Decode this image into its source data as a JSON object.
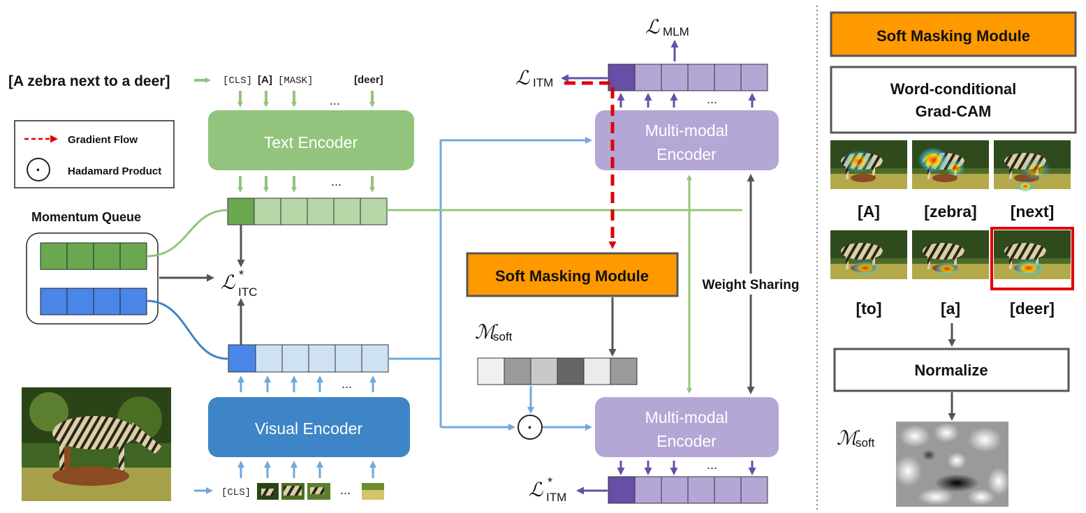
{
  "input_caption": "[A zebra next to a deer]",
  "legend": {
    "gradient_flow": "Gradient Flow",
    "hadamard": "Hadamard Product",
    "hadamard_symbol": "·"
  },
  "momentum_queue": "Momentum Queue",
  "text_tokens": [
    "[CLS]",
    "[A]",
    "[MASK]",
    "...",
    "[deer]"
  ],
  "visual_tokens": {
    "cls": "[CLS]",
    "dots": "..."
  },
  "ellipsis": "...",
  "text_encoder": "Text Encoder",
  "visual_encoder": "Visual Encoder",
  "mm_encoder_top": [
    "Multi-modal",
    "Encoder"
  ],
  "mm_encoder_bottom": [
    "Multi-modal",
    "Encoder"
  ],
  "soft_masking_module": "Soft Masking Module",
  "weight_sharing": "Weight Sharing",
  "losses": {
    "mlm": {
      "main": "ℒ",
      "sub": "MLM"
    },
    "itm": {
      "main": "ℒ",
      "sub": "ITM"
    },
    "itc": {
      "main": "ℒ",
      "sup": "*",
      "sub": "ITC"
    },
    "itm_star": {
      "main": "ℒ",
      "sup": "*",
      "sub": "ITM"
    },
    "m_soft": {
      "main": "ℳ",
      "sub": "soft"
    }
  },
  "right_panel": {
    "title": "Soft Masking Module",
    "gradcam_line1": "Word-conditional",
    "gradcam_line2": "Grad-CAM",
    "words": [
      "[A]",
      "[zebra]",
      "[next]",
      "[to]",
      "[a]",
      "[deer]"
    ],
    "normalize": "Normalize",
    "m_soft": {
      "main": "ℳ",
      "sub": "soft"
    }
  },
  "colors": {
    "green": "#93c47d",
    "dark_green": "#6aa84f",
    "light_green": "#b6d7a8",
    "blue": "#3d85c6",
    "med_blue": "#4a86e8",
    "light_blue": "#cfe2f3",
    "purple": "#b4a7d6",
    "dark_purple": "#674ea7",
    "orange": "#ff9900",
    "red": "#e00000",
    "arrow_blue": "#6fa8dc",
    "gray": "#555555"
  }
}
